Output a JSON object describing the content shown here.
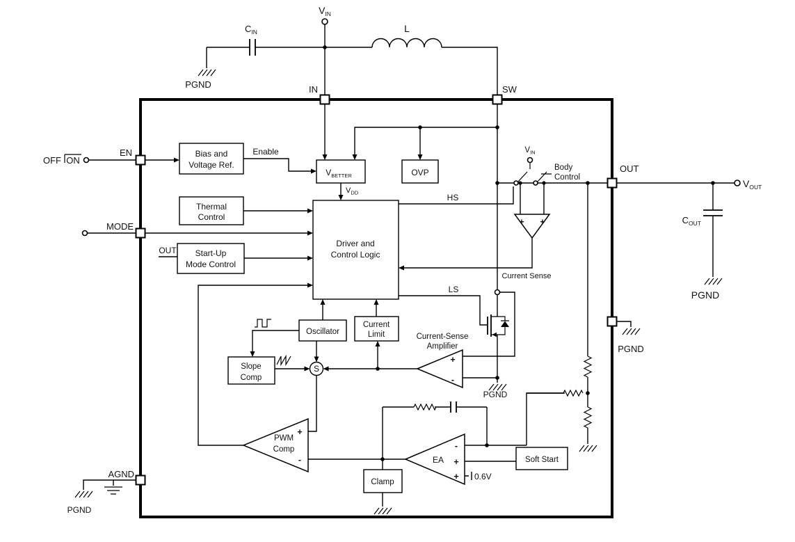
{
  "terminals": {
    "vin_top": {
      "main": "V",
      "sub": "IN"
    },
    "vout": {
      "main": "V",
      "sub": "OUT"
    },
    "vin_body": {
      "main": "V",
      "sub": "IN"
    }
  },
  "pins": {
    "en": "EN",
    "mode": "MODE",
    "agnd": "AGND",
    "in": "IN",
    "sw": "SW",
    "out": "OUT"
  },
  "passives": {
    "cin": {
      "main": "C",
      "sub": "IN"
    },
    "cout": {
      "main": "C",
      "sub": "OUT"
    },
    "inductor": "L"
  },
  "grounds": {
    "pgnd_top": "PGND",
    "pgnd_bottom_left": "PGND",
    "pgnd_mid": "PGND",
    "pgnd_right_pin": "PGND",
    "pgnd_cout": "PGND"
  },
  "switch": {
    "off": "OFF",
    "on": "ON"
  },
  "blocks": {
    "bias": {
      "line1": "Bias and",
      "line2": "Voltage Ref."
    },
    "thermal": {
      "line1": "Thermal",
      "line2": "Control"
    },
    "startup": {
      "line1": "Start-Up",
      "line2": "Mode Control"
    },
    "vbetter": {
      "main": "V",
      "sub": "BETTER"
    },
    "ovp": "OVP",
    "driver": {
      "line1": "Driver and",
      "line2": "Control Logic"
    },
    "oscillator": "Oscillator",
    "current_limit": {
      "line1": "Current",
      "line2": "Limit"
    },
    "slope": {
      "line1": "Slope",
      "line2": "Comp"
    },
    "clamp": "Clamp",
    "soft_start": "Soft Start"
  },
  "amps": {
    "csa": {
      "line1": "Current-Sense",
      "line2": "Amplifier"
    },
    "pwm": {
      "line1": "PWM",
      "line2": "Comp"
    },
    "ea": "EA",
    "summing": "S"
  },
  "nets": {
    "enable": "Enable",
    "vdd": {
      "main": "V",
      "sub": "DD"
    },
    "hs": "HS",
    "ls": "LS",
    "out_signal": "OUT",
    "current_sense": "Current Sense",
    "body": {
      "line1": "Body",
      "line2": "Control"
    },
    "vref": "0.6V"
  },
  "signs": {
    "plus": "+",
    "minus": "-"
  }
}
